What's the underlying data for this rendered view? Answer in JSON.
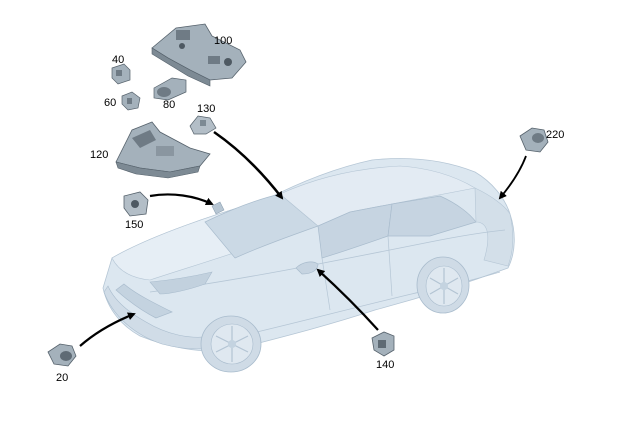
{
  "colors": {
    "car_body": "#dce7f0",
    "car_shade": "#c4d3e0",
    "car_outline": "#a9bccd",
    "part_fill": "#9aa7b2",
    "part_dark": "#5f6b75",
    "arrow": "#000000"
  },
  "labels": {
    "p100": "100",
    "p40": "40",
    "p60": "60",
    "p80": "80",
    "p130": "130",
    "p120": "120",
    "p150": "150",
    "p220": "220",
    "p20": "20",
    "p140": "140"
  }
}
